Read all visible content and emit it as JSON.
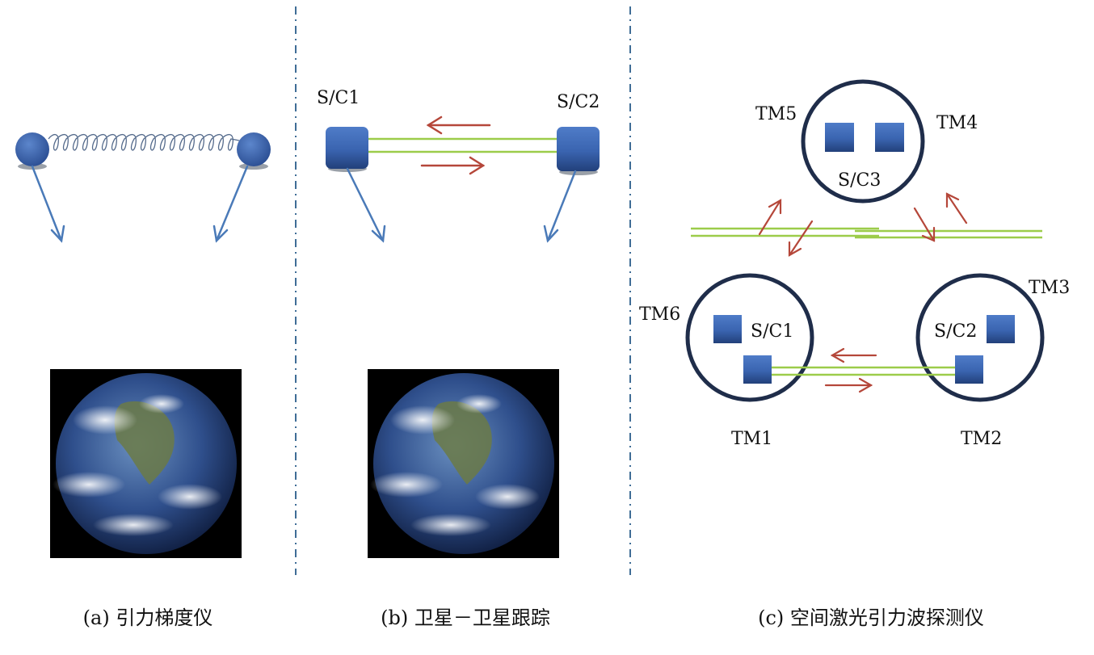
{
  "panels": {
    "a": {
      "caption": "(a) 引力梯度仪"
    },
    "b": {
      "caption": "(b) 卫星－卫星跟踪",
      "sc1": "S/C1",
      "sc2": "S/C2"
    },
    "c": {
      "caption": "(c) 空间激光引力波探测仪",
      "sc1": "S/C1",
      "sc2": "S/C2",
      "sc3": "S/C3",
      "tm1": "TM1",
      "tm2": "TM2",
      "tm3": "TM3",
      "tm4": "TM4",
      "tm5": "TM5",
      "tm6": "TM6"
    }
  },
  "colors": {
    "mass_blue": "#3a5fae",
    "vector_blue": "#4a7ab8",
    "laser_green": "#9ccc4a",
    "signal_red": "#b5473a",
    "orbit_navy": "#1f2d4a",
    "divider": "#3f6d96"
  }
}
